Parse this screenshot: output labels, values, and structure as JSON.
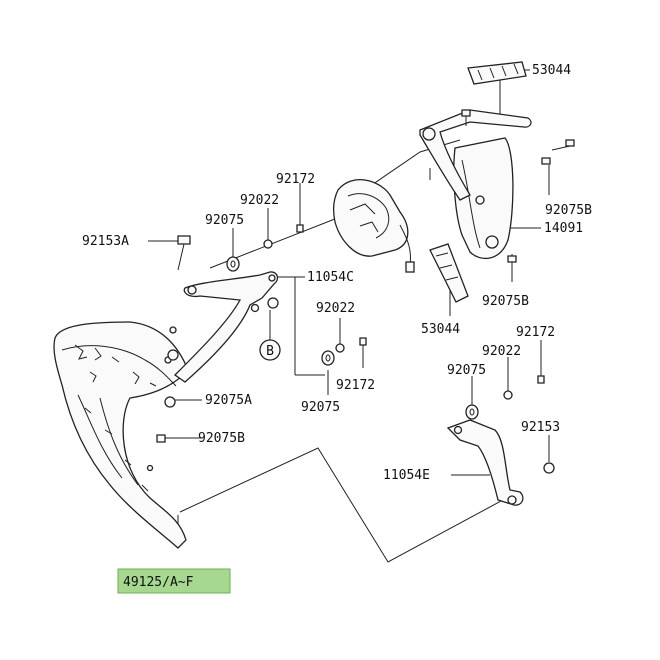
{
  "diagram": {
    "main_part_label": "49125/A~F",
    "callout_b": "B",
    "labels": {
      "l_53044_top": "53044",
      "l_92172_a": "92172",
      "l_92022_a": "92022",
      "l_92075_a": "92075",
      "l_92153a": "92153A",
      "l_92075b_top": "92075B",
      "l_14091": "14091",
      "l_11054c": "11054C",
      "l_92075b_mid": "92075B",
      "l_53044_mid": "53044",
      "l_92022_b": "92022",
      "l_92172_b": "92172",
      "l_92075_b": "92075",
      "l_92075a": "92075A",
      "l_92075b_low": "92075B",
      "l_92172_c": "92172",
      "l_92022_c": "92022",
      "l_92075_c": "92075",
      "l_92153": "92153",
      "l_11054e": "11054E"
    }
  }
}
